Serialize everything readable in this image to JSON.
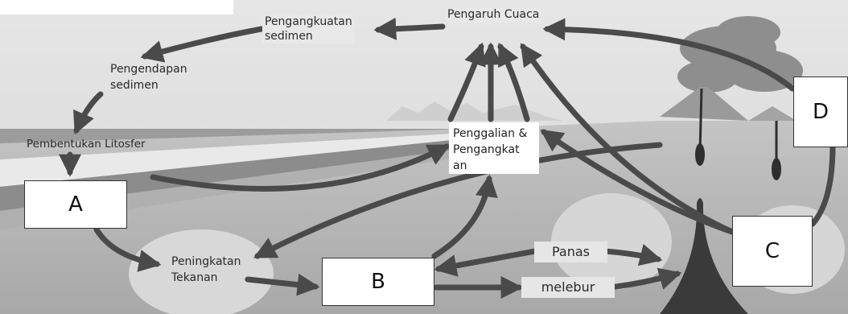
{
  "labels": {
    "pengaruh_cuaca": "Pengaruh Cuaca",
    "pengangkutan_1": "Pengangkuatan",
    "pengangkutan_2": "sedimen",
    "pengendapan_1": "Pengendapan",
    "pengendapan_2": "sedimen",
    "pembentukan": "Pembentukan Litosfer",
    "penggalian_1": "Penggalian &",
    "penggalian_2": "Pengangkat",
    "penggalian_3": "an",
    "peningkatan_1": "Peningkatan",
    "peningkatan_2": "Tekanan",
    "panas": "Panas",
    "melebur": "melebur"
  },
  "boxes": {
    "a": "A",
    "b": "B",
    "c": "C",
    "d": "D"
  },
  "colors": {
    "arrow": "#4a4a4a",
    "box_border": "#333333"
  }
}
